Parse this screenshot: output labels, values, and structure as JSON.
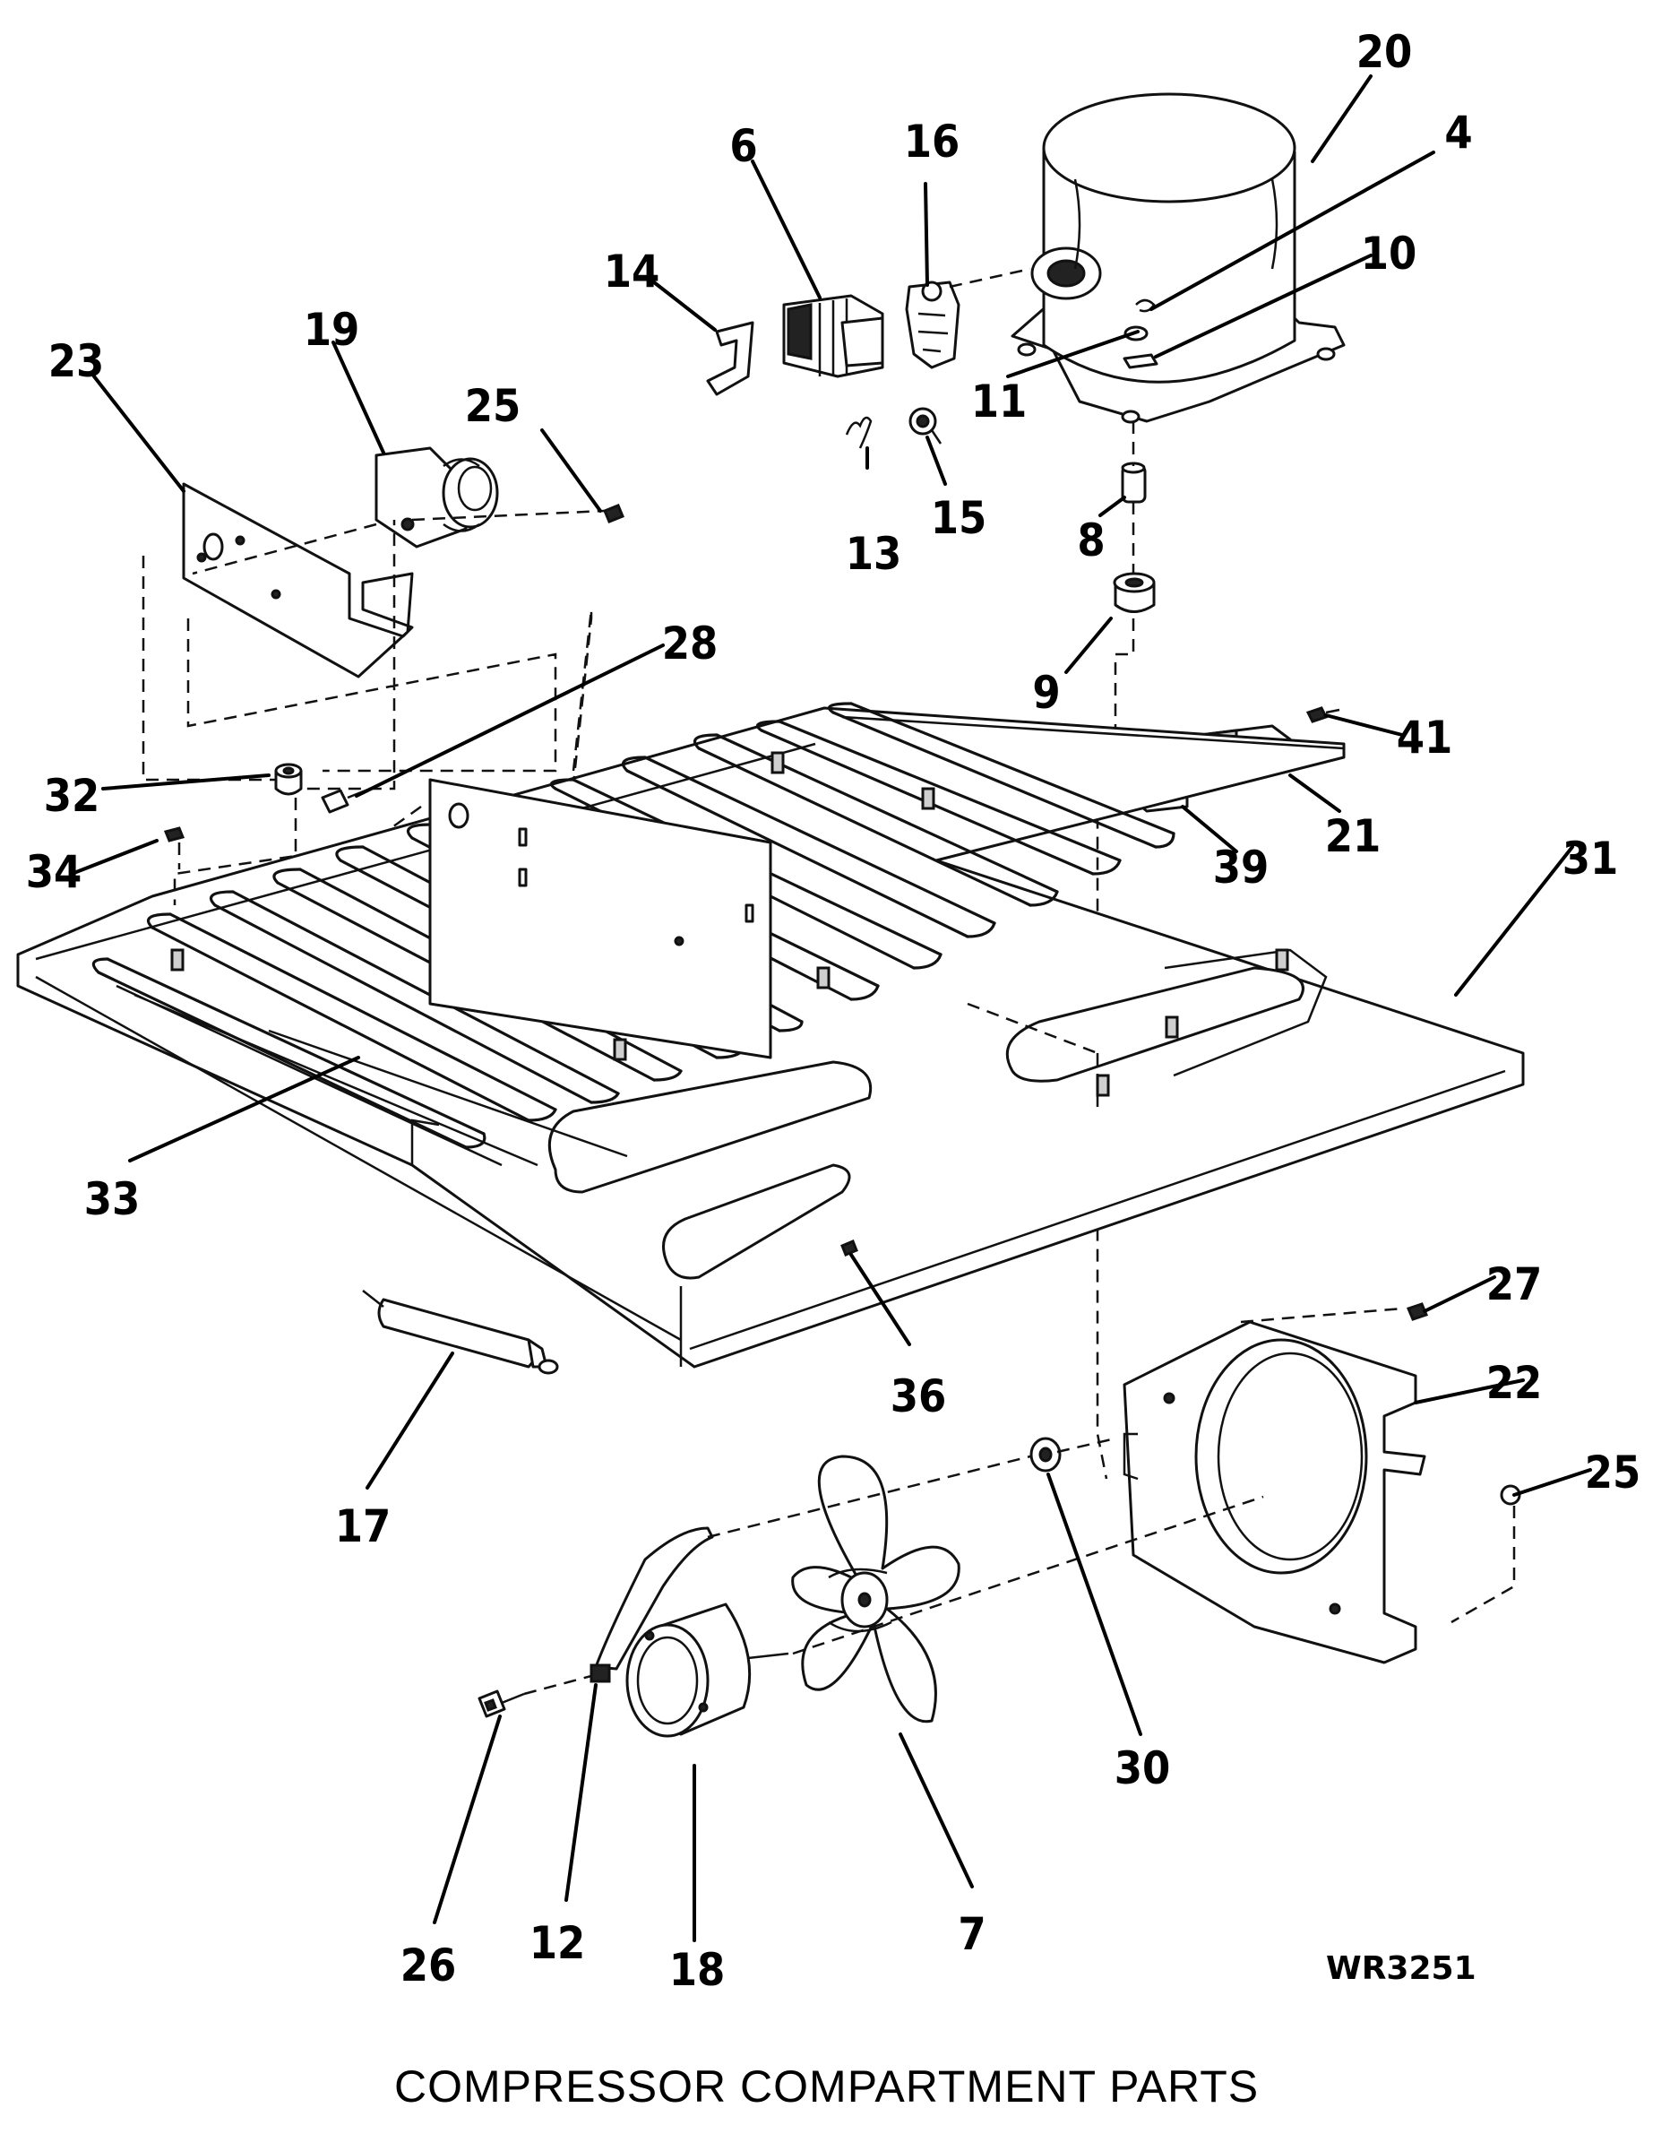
{
  "caption": "COMPRESSOR COMPARTMENT PARTS",
  "drawing_code": "WR3251",
  "callouts": [
    {
      "id": "c20",
      "label": "20"
    },
    {
      "id": "c4",
      "label": "4"
    },
    {
      "id": "c10",
      "label": "10"
    },
    {
      "id": "c11",
      "label": "11"
    },
    {
      "id": "c16",
      "label": "16"
    },
    {
      "id": "c6",
      "label": "6"
    },
    {
      "id": "c14",
      "label": "14"
    },
    {
      "id": "c13",
      "label": "13"
    },
    {
      "id": "c15",
      "label": "15"
    },
    {
      "id": "c8",
      "label": "8"
    },
    {
      "id": "c9",
      "label": "9"
    },
    {
      "id": "c19",
      "label": "19"
    },
    {
      "id": "c23",
      "label": "23"
    },
    {
      "id": "c25a",
      "label": "25"
    },
    {
      "id": "c28",
      "label": "28"
    },
    {
      "id": "c32",
      "label": "32"
    },
    {
      "id": "c34",
      "label": "34"
    },
    {
      "id": "c41",
      "label": "41"
    },
    {
      "id": "c21",
      "label": "21"
    },
    {
      "id": "c39",
      "label": "39"
    },
    {
      "id": "c31",
      "label": "31"
    },
    {
      "id": "c33",
      "label": "33"
    },
    {
      "id": "c36",
      "label": "36"
    },
    {
      "id": "c17",
      "label": "17"
    },
    {
      "id": "c27",
      "label": "27"
    },
    {
      "id": "c22",
      "label": "22"
    },
    {
      "id": "c25b",
      "label": "25"
    },
    {
      "id": "c30",
      "label": "30"
    },
    {
      "id": "c26",
      "label": "26"
    },
    {
      "id": "c12",
      "label": "12"
    },
    {
      "id": "c18",
      "label": "18"
    },
    {
      "id": "c7",
      "label": "7"
    }
  ]
}
